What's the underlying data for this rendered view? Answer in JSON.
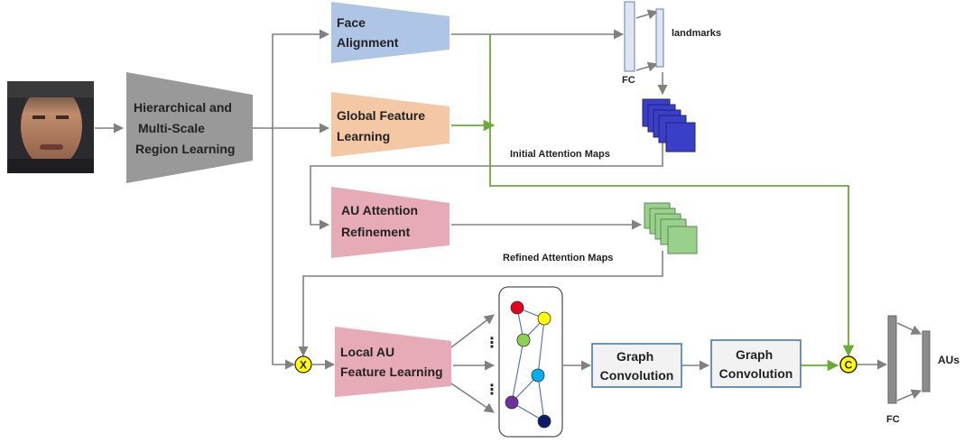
{
  "colors": {
    "arrow_gray": "#808080",
    "arrow_green": "#6aaa35",
    "hier_fill": "#999999",
    "face_alignment_fill": "#afc5e6",
    "global_feature_fill": "#f5c8a5",
    "au_fill": "#e7abb7",
    "initial_map_fill": "#3a3fc7",
    "refined_map_fill": "#98d08c",
    "graph_box_border": "#41719c",
    "op_circle_fill": "#ffff00"
  },
  "input_image": {
    "icon": "face-photo"
  },
  "modules": {
    "hierarchical": [
      "Hierarchical and",
      "Multi-Scale",
      "Region Learning"
    ],
    "face_alignment": [
      "Face",
      "Alignment"
    ],
    "global_feature": [
      "Global Feature",
      "Learning"
    ],
    "au_refinement": [
      "AU Attention",
      "Refinement"
    ],
    "local_au": [
      "Local AU",
      "Feature Learning"
    ]
  },
  "labels": {
    "landmarks": "landmarks",
    "fc_top": "FC",
    "initial_maps": "Initial Attention Maps",
    "refined_maps": "Refined Attention Maps",
    "fc_bottom": "FC",
    "aus": "AUs",
    "ellipsis": "⋮"
  },
  "graph_conv": [
    [
      "Graph",
      "Convolution"
    ],
    [
      "Graph",
      "Convolution"
    ]
  ],
  "operators": {
    "multiply": "X",
    "concat": "C"
  },
  "graph_nodes": [
    {
      "id": "red",
      "color": "#e8001c"
    },
    {
      "id": "yellow",
      "color": "#ffff00"
    },
    {
      "id": "green",
      "color": "#8ed255"
    },
    {
      "id": "cyan",
      "color": "#00b0f0"
    },
    {
      "id": "purple",
      "color": "#7030a0"
    },
    {
      "id": "navy",
      "color": "#0e1a6b"
    }
  ]
}
